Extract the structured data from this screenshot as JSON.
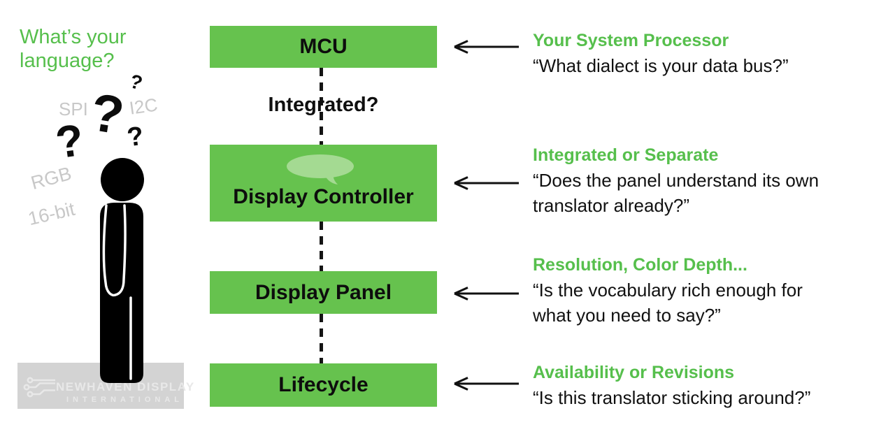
{
  "colors": {
    "box_green": "#66c24e",
    "accent_green_text": "#56bf4c",
    "speech_bubble_green": "#a4da92",
    "gray_label": "#c8c8c8",
    "watermark_bg": "#d3d3d3",
    "watermark_text": "#e8e8e8",
    "ink_black": "#0f0f0f"
  },
  "left": {
    "title": "What’s your\nlanguage?",
    "floating_labels": [
      {
        "text": "SPI"
      },
      {
        "text": "I2C"
      },
      {
        "text": "RGB"
      },
      {
        "text": "16-bit"
      }
    ],
    "question_marks": [
      "?",
      "?",
      "?",
      "?"
    ],
    "watermark": {
      "line1": "NEWHAVEN DISPLAY",
      "line2": "INTERNATIONAL"
    }
  },
  "flow": {
    "boxes": [
      {
        "label": "MCU"
      },
      {
        "label": "Display Controller"
      },
      {
        "label": "Display Panel"
      },
      {
        "label": "Lifecycle"
      }
    ],
    "connector_label": "Integrated?"
  },
  "annotations": [
    {
      "heading": "Your System Processor",
      "quote": "“What dialect is your data bus?”"
    },
    {
      "heading": "Integrated or Separate",
      "quote": "“Does the panel understand its own\ntranslator already?”"
    },
    {
      "heading": "Resolution, Color Depth...",
      "quote": "“Is the vocabulary rich enough for\nwhat you need to say?”"
    },
    {
      "heading": "Availability or Revisions",
      "quote": "“Is this translator sticking around?”"
    }
  ]
}
